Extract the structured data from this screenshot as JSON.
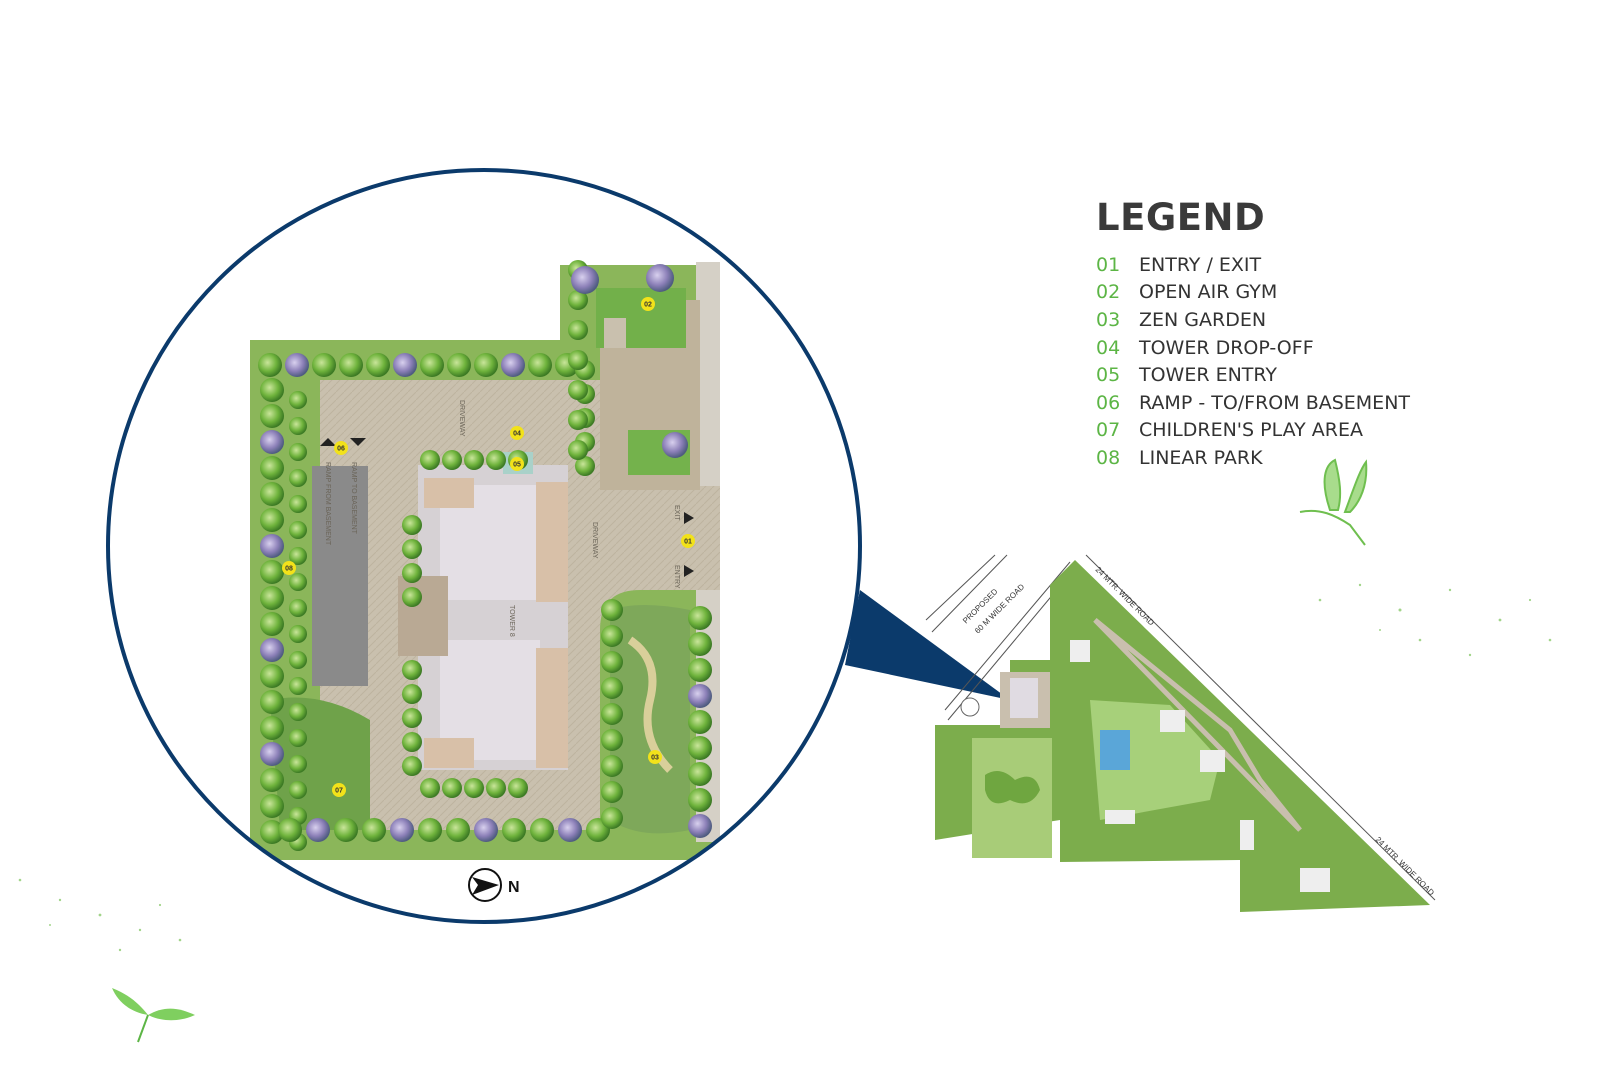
{
  "legend": {
    "title": "LEGEND",
    "items": [
      {
        "num": "01",
        "label": "ENTRY / EXIT"
      },
      {
        "num": "02",
        "label": "OPEN AIR GYM"
      },
      {
        "num": "03",
        "label": "ZEN GARDEN"
      },
      {
        "num": "04",
        "label": "TOWER DROP-OFF"
      },
      {
        "num": "05",
        "label": "TOWER ENTRY"
      },
      {
        "num": "06",
        "label": "RAMP - TO/FROM BASEMENT"
      },
      {
        "num": "07",
        "label": "CHILDREN'S PLAY AREA"
      },
      {
        "num": "08",
        "label": "LINEAR PARK"
      }
    ]
  },
  "plan": {
    "driveway_label": "DRIVEWAY",
    "ramp_to_label": "RAMP TO BASEMENT",
    "ramp_from_label": "RAMP FROM BASEMENT",
    "exit_label": "EXIT",
    "entry_label": "ENTRY",
    "tower_label": "TOWER 8",
    "north_label": "N"
  },
  "site": {
    "proposed_road": "PROPOSED",
    "proposed_road_width": "60 M WIDE ROAD",
    "road_top": "24 MTR. WIDE ROAD",
    "road_right": "24 MTR. WIDE ROAD"
  },
  "colors": {
    "accent_green": "#5cb545",
    "callout_blue": "#0b3a6b",
    "marker_yellow": "#f2e21a"
  }
}
